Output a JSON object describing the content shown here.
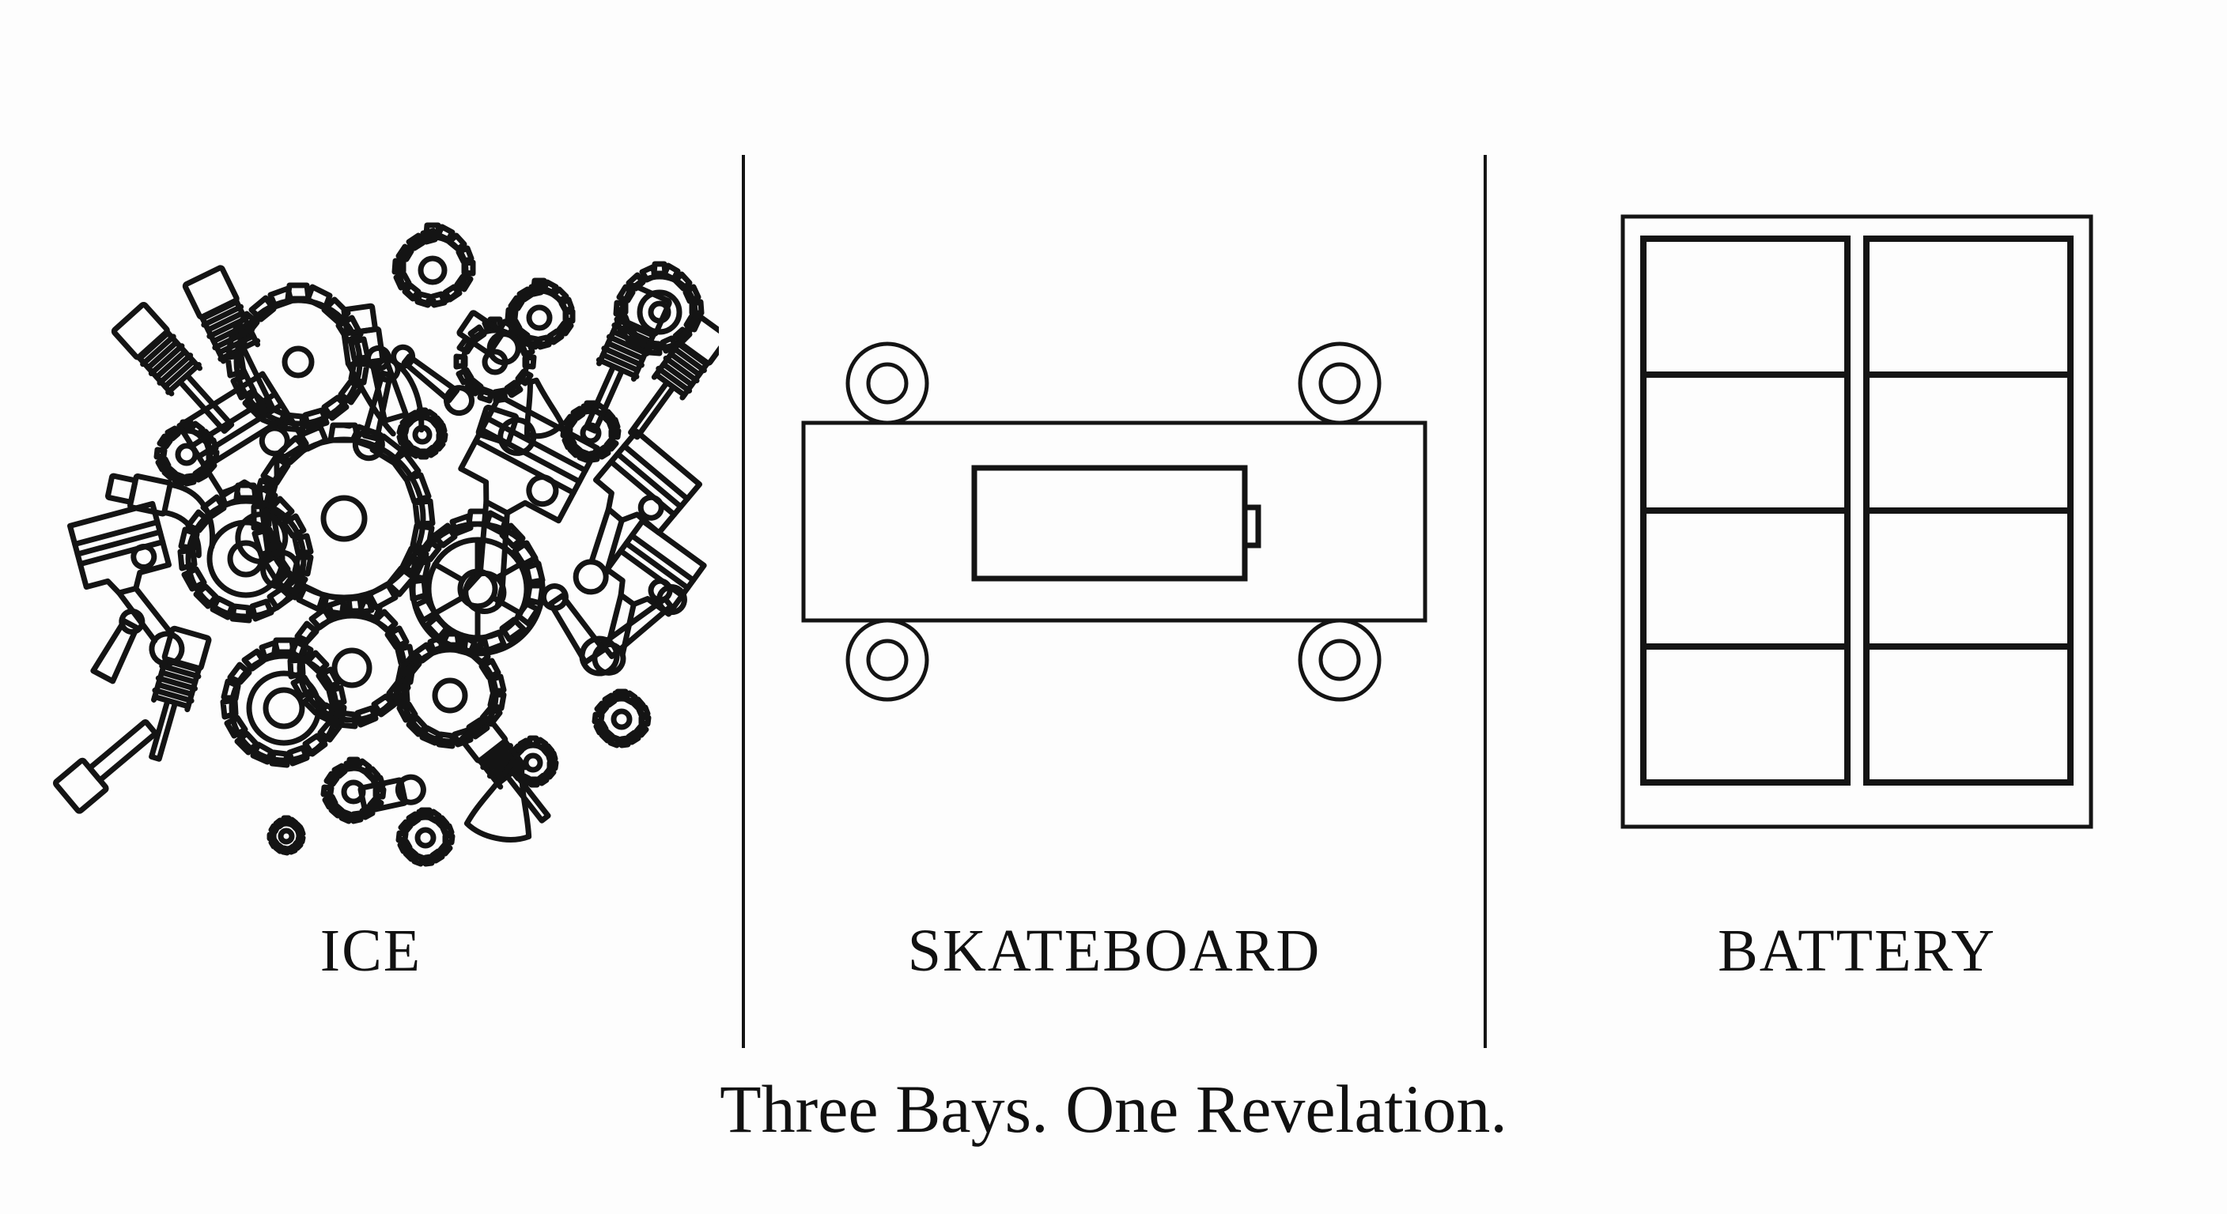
{
  "background_color": "#fdfdfd",
  "line_color": "#141414",
  "panels": [
    {
      "id": "ice",
      "label": "ICE",
      "art": "engine-parts-cluster-icon",
      "art_description": "dense circular cluster of gears, pistons, connecting rods, valve springs and spark plugs"
    },
    {
      "id": "skateboard",
      "label": "SKATEBOARD",
      "art": "skateboard-chassis-icon",
      "art_description": "rectangular flat chassis with four wheels and a central battery pack with terminal",
      "wheel_count": 4
    },
    {
      "id": "battery",
      "label": "BATTERY",
      "art": "battery-module-grid-icon",
      "art_description": "outer pack frame containing a grid of prismatic cell modules",
      "grid_columns": 2,
      "grid_rows": 4,
      "cell_count": 8
    }
  ],
  "dividers": [
    {
      "id": "divider-1"
    },
    {
      "id": "divider-2"
    }
  ],
  "caption": "Three Bays. One Revelation."
}
